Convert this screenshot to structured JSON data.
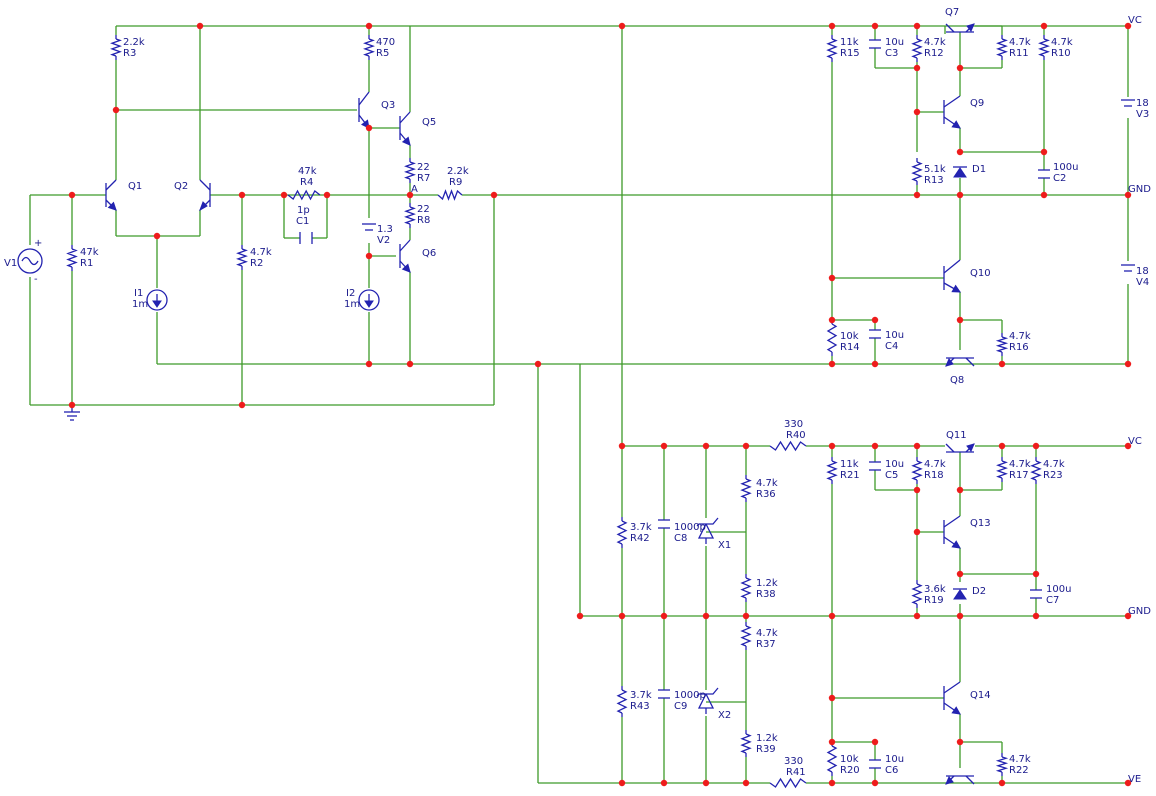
{
  "colors": {
    "wire": "#3f9a2a",
    "component": "#2323b0",
    "node": "#ee1c1c",
    "text": "#1a1a8c",
    "background": "#ffffff"
  },
  "nets": {
    "vc1": "VC",
    "gnd1": "GND",
    "vc2": "VC",
    "gnd2": "GND",
    "ve": "VE",
    "node_a": "A"
  },
  "parts": {
    "R1": {
      "ref": "R1",
      "value": "47k"
    },
    "R2": {
      "ref": "R2",
      "value": "4.7k"
    },
    "R3": {
      "ref": "R3",
      "value": "2.2k"
    },
    "R4": {
      "ref": "R4",
      "value": "47k"
    },
    "R5": {
      "ref": "R5",
      "value": "470"
    },
    "R7": {
      "ref": "R7",
      "value": "22"
    },
    "R8": {
      "ref": "R8",
      "value": "22"
    },
    "R9": {
      "ref": "R9",
      "value": "2.2k"
    },
    "R10": {
      "ref": "R10",
      "value": "4.7k"
    },
    "R11": {
      "ref": "R11",
      "value": "4.7k"
    },
    "R12": {
      "ref": "R12",
      "value": "4.7k"
    },
    "R13": {
      "ref": "R13",
      "value": "5.1k"
    },
    "R14": {
      "ref": "R14",
      "value": "10k"
    },
    "R15": {
      "ref": "R15",
      "value": "11k"
    },
    "R16": {
      "ref": "R16",
      "value": "4.7k"
    },
    "R17": {
      "ref": "R17",
      "value": "4.7k"
    },
    "R18": {
      "ref": "R18",
      "value": "4.7k"
    },
    "R19": {
      "ref": "R19",
      "value": "3.6k"
    },
    "R20": {
      "ref": "R20",
      "value": "10k"
    },
    "R21": {
      "ref": "R21",
      "value": "11k"
    },
    "R22": {
      "ref": "R22",
      "value": "4.7k"
    },
    "R23": {
      "ref": "R23",
      "value": "4.7k"
    },
    "R36": {
      "ref": "R36",
      "value": "4.7k"
    },
    "R37": {
      "ref": "R37",
      "value": "4.7k"
    },
    "R38": {
      "ref": "R38",
      "value": "1.2k"
    },
    "R39": {
      "ref": "R39",
      "value": "1.2k"
    },
    "R40": {
      "ref": "R40",
      "value": "330"
    },
    "R41": {
      "ref": "R41",
      "value": "330"
    },
    "R42": {
      "ref": "R42",
      "value": "3.7k"
    },
    "R43": {
      "ref": "R43",
      "value": "3.7k"
    },
    "C1": {
      "ref": "C1",
      "value": "1p"
    },
    "C2": {
      "ref": "C2",
      "value": "100u"
    },
    "C3": {
      "ref": "C3",
      "value": "10u"
    },
    "C4": {
      "ref": "C4",
      "value": "10u"
    },
    "C5": {
      "ref": "C5",
      "value": "10u"
    },
    "C6": {
      "ref": "C6",
      "value": "10u"
    },
    "C7": {
      "ref": "C7",
      "value": "100u"
    },
    "C8": {
      "ref": "C8",
      "value": "1000p"
    },
    "C9": {
      "ref": "C9",
      "value": "1000p"
    },
    "V1": {
      "ref": "V1"
    },
    "V2": {
      "ref": "V2",
      "value": "1.3"
    },
    "V3": {
      "ref": "V3",
      "value": "18"
    },
    "V4": {
      "ref": "V4",
      "value": "18"
    },
    "I1": {
      "ref": "I1",
      "value": "1m"
    },
    "I2": {
      "ref": "I2",
      "value": "1m"
    },
    "Q1": {
      "ref": "Q1"
    },
    "Q2": {
      "ref": "Q2"
    },
    "Q3": {
      "ref": "Q3"
    },
    "Q5": {
      "ref": "Q5"
    },
    "Q6": {
      "ref": "Q6"
    },
    "Q7": {
      "ref": "Q7"
    },
    "Q8": {
      "ref": "Q8"
    },
    "Q9": {
      "ref": "Q9"
    },
    "Q10": {
      "ref": "Q10"
    },
    "Q11": {
      "ref": "Q11"
    },
    "Q13": {
      "ref": "Q13"
    },
    "Q14": {
      "ref": "Q14"
    },
    "D1": {
      "ref": "D1"
    },
    "D2": {
      "ref": "D2"
    },
    "X1": {
      "ref": "X1"
    },
    "X2": {
      "ref": "X2"
    }
  }
}
